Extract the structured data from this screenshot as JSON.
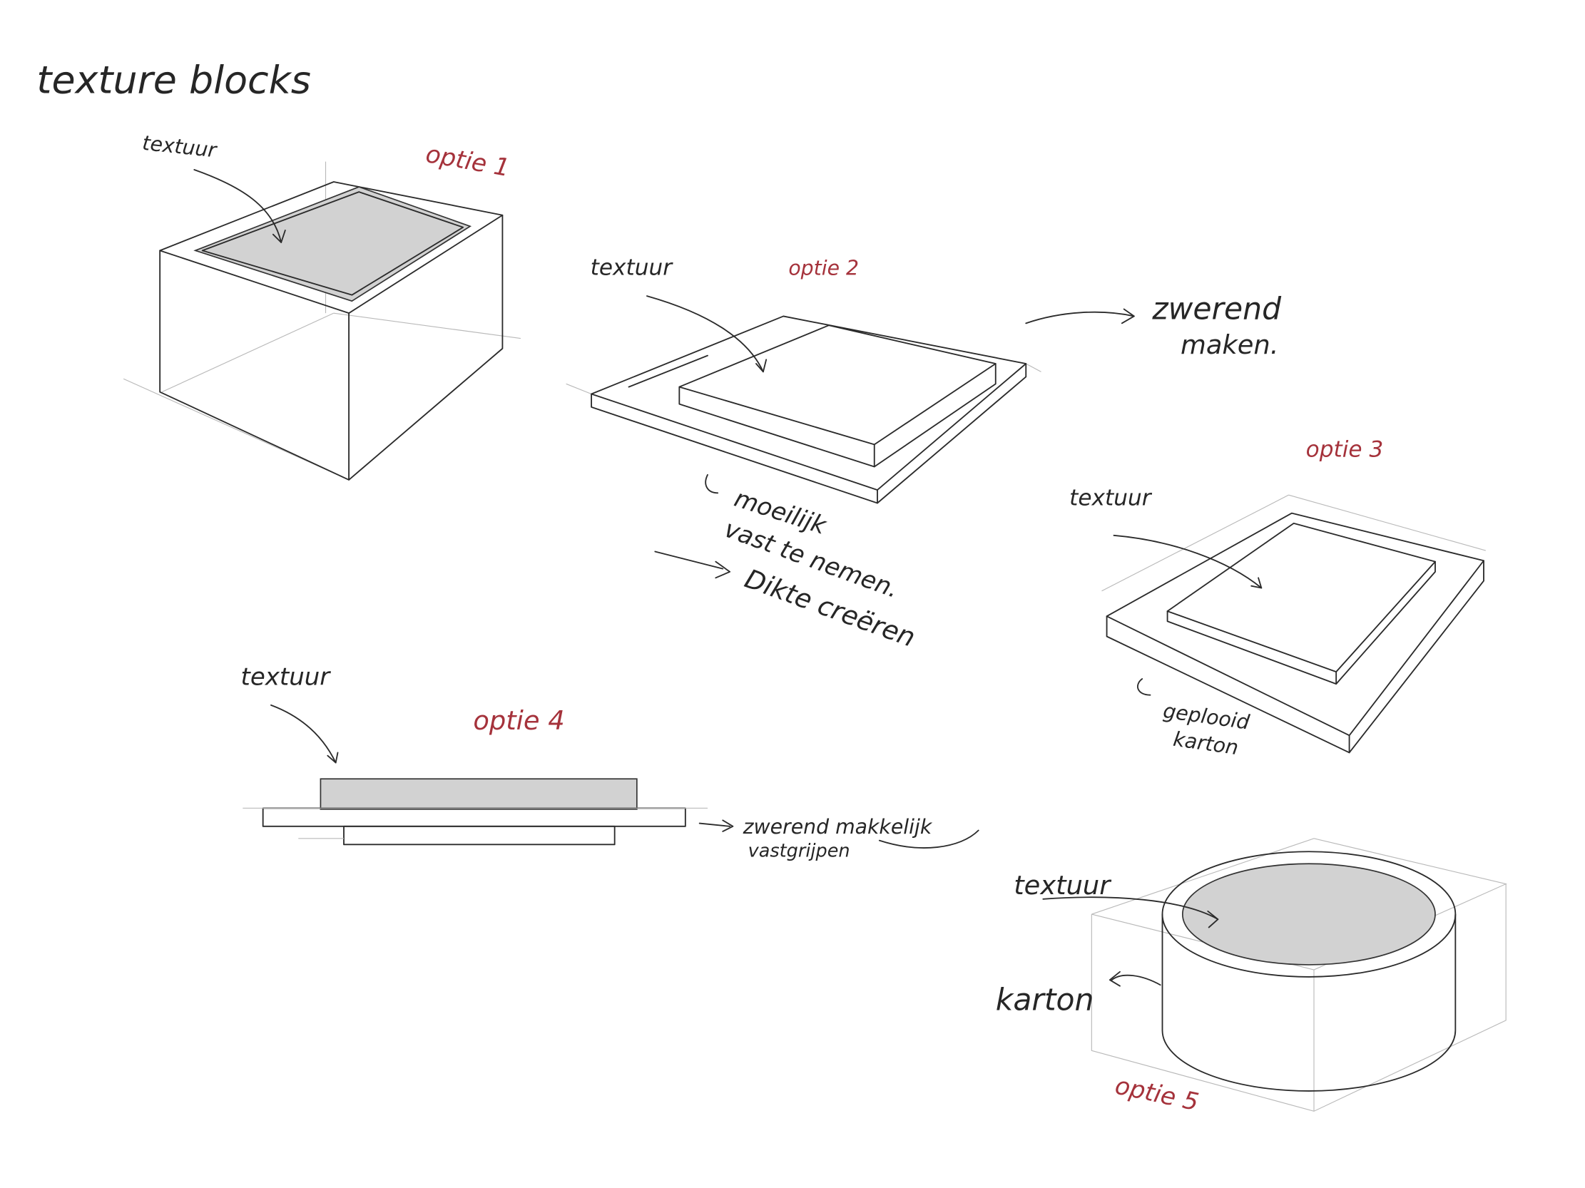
{
  "title": "texture blocks",
  "colors": {
    "ink": "#262626",
    "accent_red": "#a5323b",
    "texture": "#d2d2d2"
  },
  "options": [
    {
      "label": "optie 1",
      "annotations": [
        "textuur"
      ]
    },
    {
      "label": "optie 2",
      "annotations": [
        "textuur",
        "zwerend",
        "maken.",
        "moeilijk",
        "vast te nemen.",
        "Dikte creëren"
      ]
    },
    {
      "label": "optie 3",
      "annotations": [
        "textuur",
        "geplooid",
        "karton"
      ]
    },
    {
      "label": "optie 4",
      "annotations": [
        "textuur",
        "zwerend makkelijk",
        "vastgrijpen"
      ]
    },
    {
      "label": "optie 5",
      "annotations": [
        "textuur",
        "karton"
      ]
    }
  ]
}
